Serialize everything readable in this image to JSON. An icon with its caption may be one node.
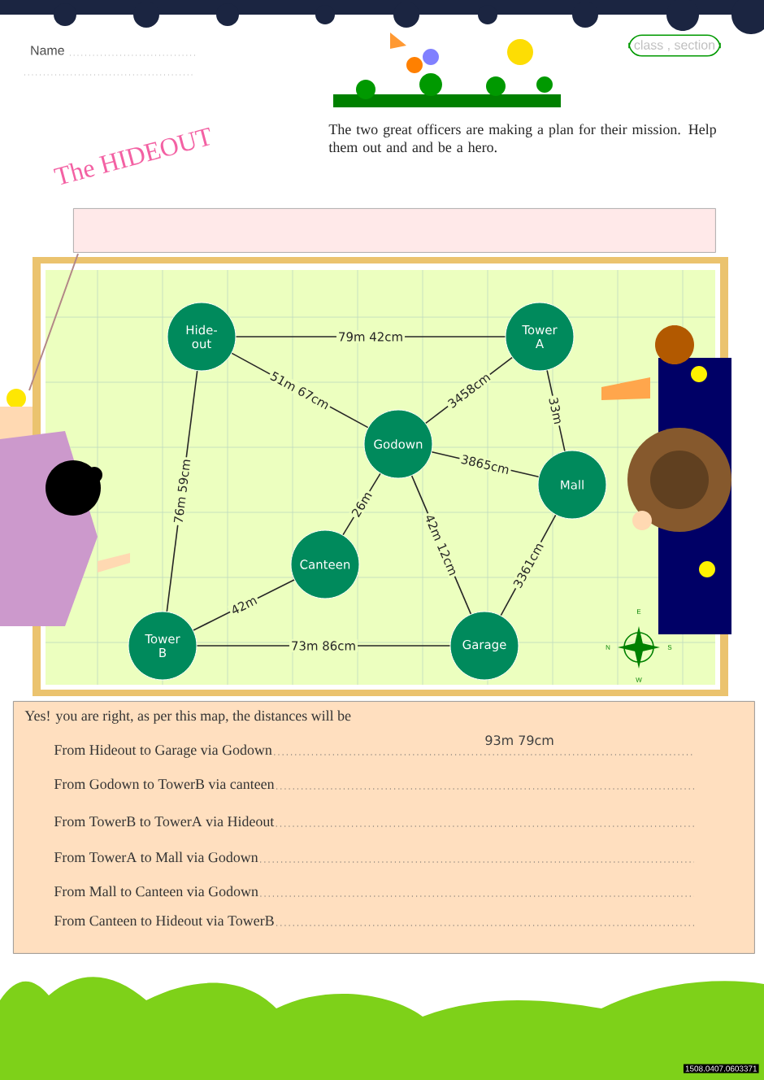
{
  "diagram": {
    "title": "The HIDEOUT",
    "nodes": [
      {
        "text": [
          "Hide- out"
        ]
      },
      {
        "text": [
          "Tower A"
        ]
      },
      {
        "text": [
          "Godown"
        ]
      },
      {
        "text": [
          "Mall"
        ]
      },
      {
        "text": [
          "Canteen"
        ]
      },
      {
        "text": [
          "Tower B"
        ]
      },
      {
        "text": [
          "Garage"
        ]
      },
      {
        "text": [
          "Yes! you are right, as per this map, the distances will be",
          "From Hideout to Garage via Godown",
          "93m 79cm",
          "From Godown to TowerB via canteen",
          "From TowerB to TowerA via Hideout",
          "From TowerA to Mall via Godown",
          "From Mall to Canteen via Godown",
          "From Canteen to Hideout via TowerB"
        ]
      },
      {
        "text": [],
        "shape": "box"
      }
    ],
    "edges": [
      {
        "from": 0,
        "to": 1,
        "arrow": "none",
        "label": "79m 42cm"
      },
      {
        "from": 0,
        "to": 2,
        "arrow": "none",
        "label": "51m 67cm"
      },
      {
        "from": 2,
        "to": 1,
        "arrow": "none",
        "label": "3458cm"
      },
      {
        "from": 1,
        "to": 3,
        "arrow": "none",
        "label": "33m"
      },
      {
        "from": 2,
        "to": 3,
        "arrow": "none",
        "label": "3865cm"
      },
      {
        "from": 0,
        "to": 5,
        "arrow": "none",
        "label": "76m 59cm"
      },
      {
        "from": 4,
        "to": 2,
        "arrow": "none",
        "label": "26m"
      },
      {
        "from": 2,
        "to": 6,
        "arrow": "none",
        "label": "42m 12cm"
      },
      {
        "from": 6,
        "to": 3,
        "arrow": "none",
        "label": "3361cm"
      },
      {
        "from": 5,
        "to": 4,
        "arrow": "none",
        "label": "42m"
      },
      {
        "from": 5,
        "to": 6,
        "arrow": "none",
        "label": "73m 86cm"
      }
    ],
    "labels": [
      "Name",
      "class , section",
      "The two great officers are making a plan for their mission. Help them out and and be a hero.",
      "E",
      "N",
      "S",
      "W",
      "1508.0407.0603371"
    ]
  }
}
